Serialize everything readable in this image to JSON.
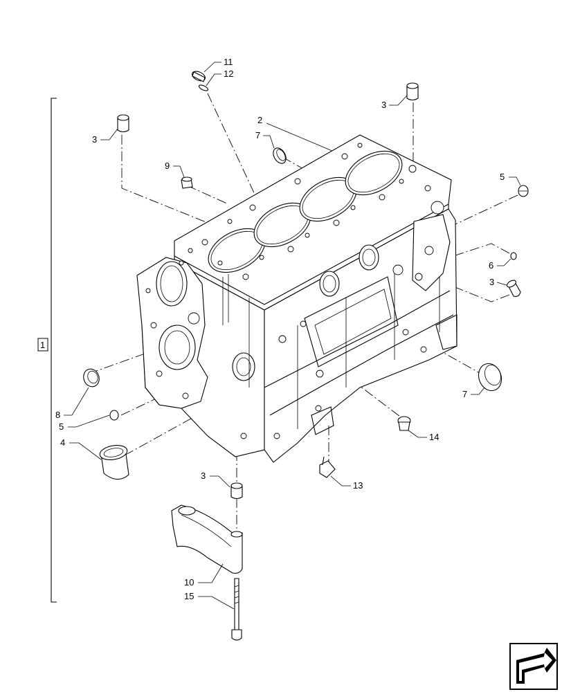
{
  "group_label": "1",
  "callouts": {
    "c2": "2",
    "c3_top_left": "3",
    "c3_top_right": "3",
    "c3_right": "3",
    "c3_bottom": "3",
    "c4": "4",
    "c5_right": "5",
    "c5_left": "5",
    "c6": "6",
    "c7_top": "7",
    "c7_right": "7",
    "c8": "8",
    "c9": "9",
    "c10": "10",
    "c11": "11",
    "c12": "12",
    "c13": "13",
    "c14": "14",
    "c15": "15"
  },
  "icons": {
    "corner": "next-page-arrow-icon"
  }
}
